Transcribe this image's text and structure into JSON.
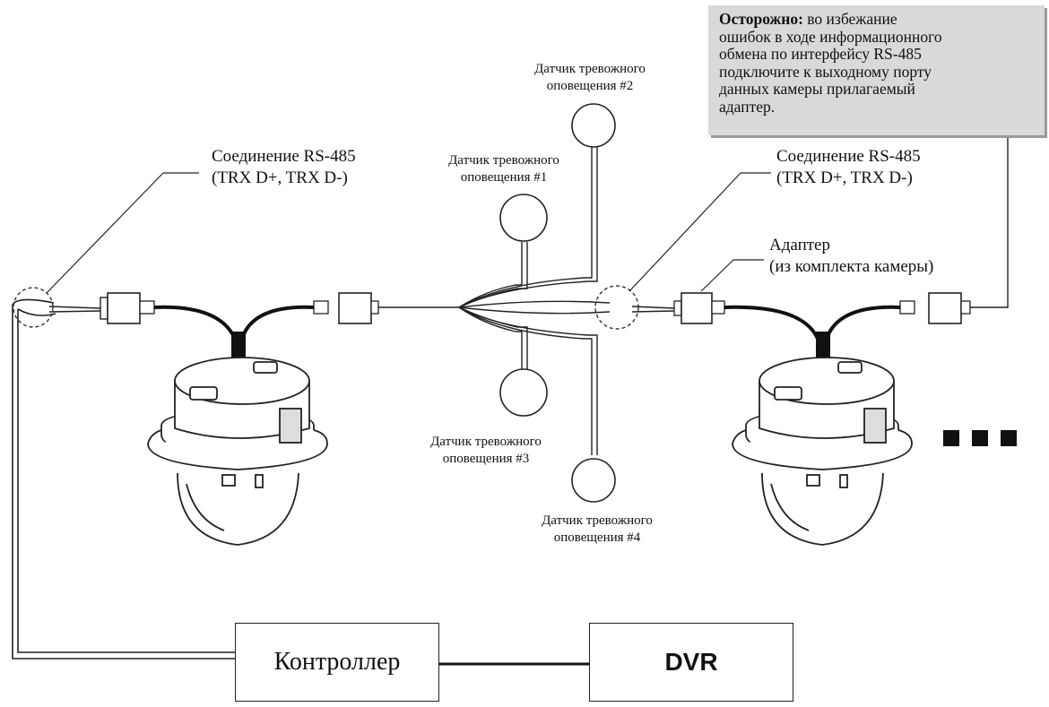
{
  "caution_note": {
    "title": "Осторожно:",
    "text": "во избежание\nошибок в ходе информационного\nобмена по интерфейсу RS-485\nподключите к выходному порту\nданных камеры прилагаемый\nадаптер."
  },
  "labels": {
    "rs485_left": "Соединение RS-485\n(TRX D+, TRX D-)",
    "rs485_right": "Соединение RS-485\n(TRX D+, TRX D-)",
    "adapter": "Адаптер\n(из комплекта камеры)",
    "sensor_1": "Датчик тревожного\nоповещения #1",
    "sensor_2": "Датчик тревожного\nоповещения #2",
    "sensor_3": "Датчик тревожного\nоповещения #3",
    "sensor_4": "Датчик тревожного\nоповещения #4"
  },
  "boxes": {
    "controller": "Контроллер",
    "dvr": "DVR"
  }
}
